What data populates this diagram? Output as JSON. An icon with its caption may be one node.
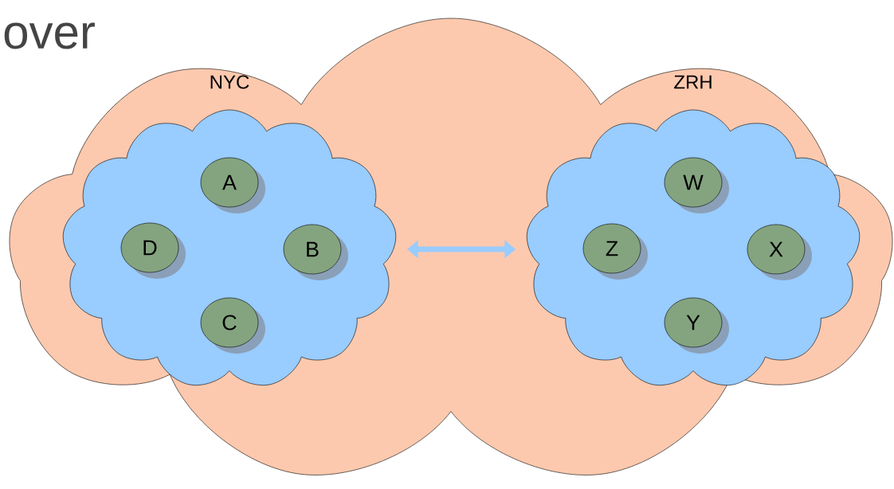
{
  "diagram": {
    "title": "over",
    "nodes": [
      {
        "text": [],
        "shape": "cloud"
      },
      {
        "text": [
          "NYC"
        ],
        "in": 0
      },
      {
        "text": [
          "A"
        ],
        "in": 1
      },
      {
        "text": [
          "D"
        ],
        "in": 1
      },
      {
        "text": [
          "B"
        ],
        "in": 1
      },
      {
        "text": [
          "C"
        ],
        "in": 1
      },
      {
        "text": [
          "ZRH"
        ],
        "in": 0
      },
      {
        "text": [
          "W"
        ],
        "in": 6
      },
      {
        "text": [
          "Z"
        ],
        "in": 6
      },
      {
        "text": [
          "X"
        ],
        "in": 6
      },
      {
        "text": [
          "Y"
        ],
        "in": 6
      }
    ],
    "edges": [
      {
        "from": 1,
        "to": 6,
        "arrow": "both"
      }
    ]
  }
}
